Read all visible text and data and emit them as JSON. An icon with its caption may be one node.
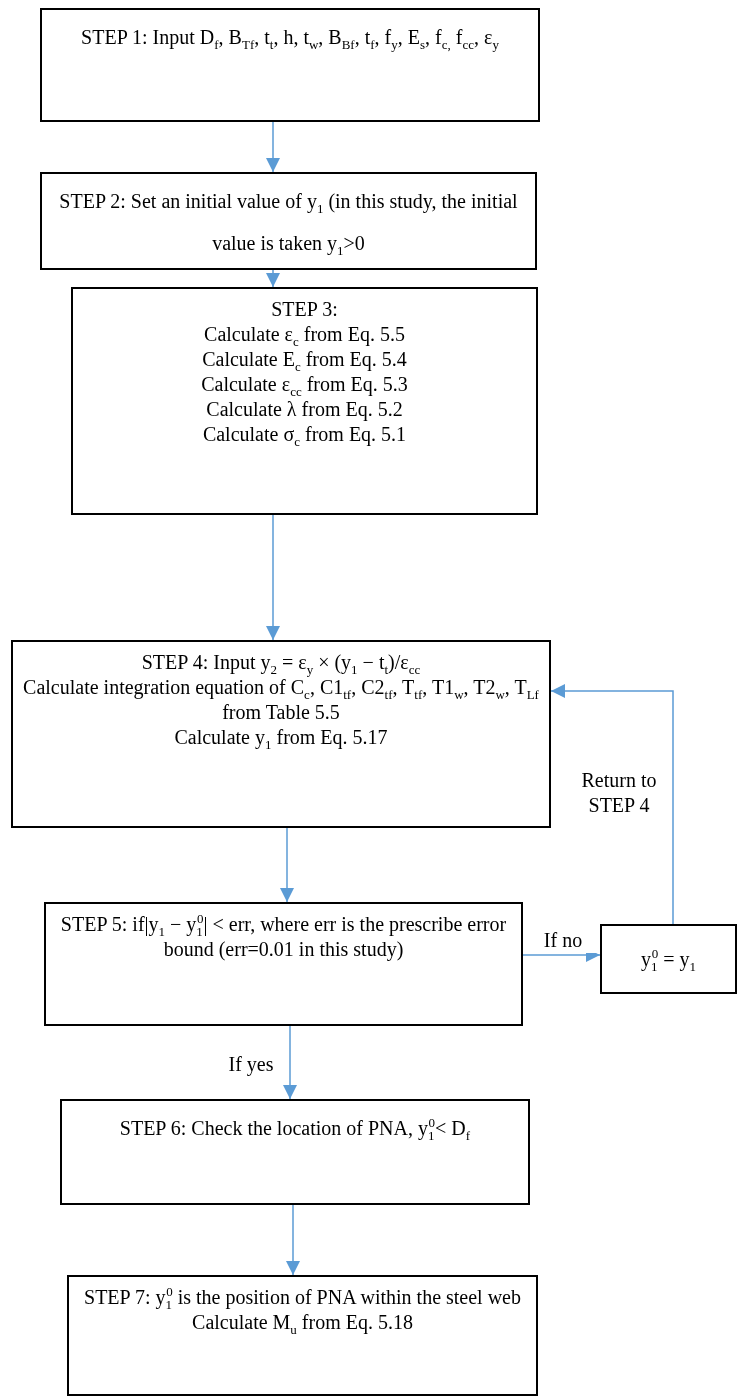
{
  "diagram": {
    "nodes": [
      {
        "text": [
          "STEP 1: Input D$_{f}$, B$_{Tf}$, t$_{t}$, h, t$_{w}$, B$_{Bf}$, t$_{f}$, f$_{y}$, E$_{s}$, f$_{c,}$ f$_{cc}$, ε$_{y}$"
        ]
      },
      {
        "text": [
          "STEP 2: Set an initial value of y$_{1}$ (in this study, the initial value is taken y$_{1}$>0"
        ]
      },
      {
        "text": [
          "STEP 3:",
          "Calculate ε$_{c}$ from Eq. 5.5",
          "Calculate E$_{c}$ from Eq. 5.4",
          "Calculate ε$_{cc}$ from Eq. 5.3",
          "Calculate λ from Eq. 5.2",
          "Calculate σ$_{c}$ from Eq. 5.1"
        ]
      },
      {
        "text": [
          "STEP 4: Input y$_{2}$ = ε$_{y}$ × (y$_{1}$ − t$_{t}$)/ε$_{cc}$",
          "Calculate integration equation of C$_{c}$, C1$_{tf}$, C2$_{tf}$, T$_{tf}$, T1$_{w}$, T2$_{w}$, T$_{Lf}$ from Table 5.5",
          "Calculate y$_{1}$ from Eq. 5.17"
        ]
      },
      {
        "text": [
          "STEP 5: if|y$_{1}$ − y$_{1}$$^{0}$| < err, where err is the prescribe error bound (err=0.01 in this study)"
        ]
      },
      {
        "text": [
          "y$_{1}$$^{0}$ = y$_{1}$"
        ]
      },
      {
        "text": [
          "STEP 6: Check the location of PNA, y$_{1}$$^{0}$< D$_{f}$"
        ]
      },
      {
        "text": [
          "STEP 7: y$_{1}$$^{0}$ is the position of PNA within the steel web",
          "Calculate M$_{u}$ from Eq. 5.18"
        ]
      }
    ],
    "edges": [
      {
        "from": 0,
        "to": 1,
        "arrow": "to"
      },
      {
        "from": 1,
        "to": 2,
        "arrow": "to"
      },
      {
        "from": 2,
        "to": 3,
        "arrow": "to"
      },
      {
        "from": 3,
        "to": 4,
        "arrow": "to"
      },
      {
        "from": 4,
        "to": 5,
        "arrow": "to",
        "label": "If no"
      },
      {
        "from": 5,
        "to": 3,
        "arrow": "to",
        "label": "Return to STEP 4"
      },
      {
        "from": 4,
        "to": 6,
        "arrow": "to",
        "label": "If yes"
      },
      {
        "from": 6,
        "to": 7,
        "arrow": "to"
      }
    ]
  }
}
